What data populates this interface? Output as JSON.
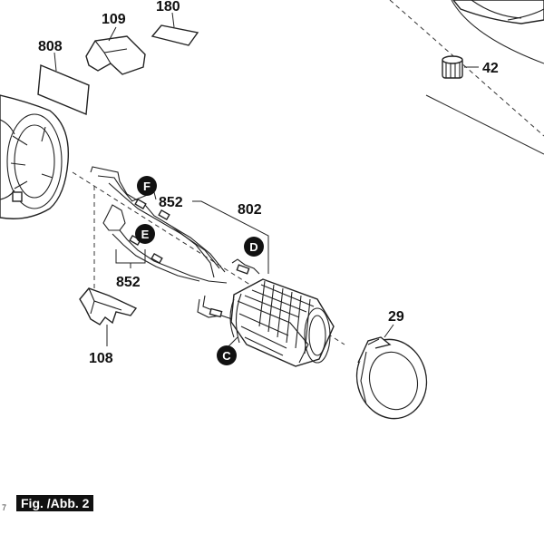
{
  "figure_label": "Fig. /Abb. 2",
  "page_mark": "7",
  "part_numbers": {
    "p109": "109",
    "p180": "180",
    "p808": "808",
    "p42": "42",
    "p852_top": "852",
    "p802": "802",
    "p852_bottom": "852",
    "p108": "108",
    "p29": "29"
  },
  "callouts": {
    "F": "F",
    "E": "E",
    "D": "D",
    "C": "C"
  }
}
